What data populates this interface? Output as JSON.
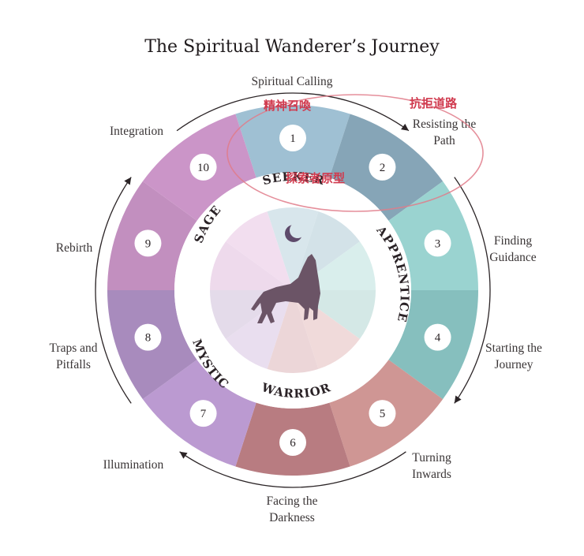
{
  "title": "The Spiritual Wanderer’s Journey",
  "stages": [
    {
      "num": "1",
      "label": [
        "Spiritual Calling"
      ],
      "color": "#9fc0d3",
      "inner": "#d8e6ec"
    },
    {
      "num": "2",
      "label": [
        "Resisting the",
        "Path"
      ],
      "color": "#86a5b7",
      "inner": "#d3e2e8"
    },
    {
      "num": "3",
      "label": [
        "Finding",
        "Guidance"
      ],
      "color": "#9ad3d0",
      "inner": "#d9eeec"
    },
    {
      "num": "4",
      "label": [
        "Starting the",
        "Journey"
      ],
      "color": "#86bfbe",
      "inner": "#d4e8e6"
    },
    {
      "num": "5",
      "label": [
        "Turning",
        "Inwards"
      ],
      "color": "#cf9694",
      "inner": "#f0dada"
    },
    {
      "num": "6",
      "label": [
        "Facing the",
        "Darkness"
      ],
      "color": "#b87c81",
      "inner": "#ecd6d8"
    },
    {
      "num": "7",
      "label": [
        "Illumination"
      ],
      "color": "#bb9ad1",
      "inner": "#e9deef"
    },
    {
      "num": "8",
      "label": [
        "Traps and",
        "Pitfalls"
      ],
      "color": "#a88bbd",
      "inner": "#e4dbea"
    },
    {
      "num": "9",
      "label": [
        "Rebirth"
      ],
      "color": "#c28fbf",
      "inner": "#eedaec"
    },
    {
      "num": "10",
      "label": [
        "Integration"
      ],
      "color": "#cb95c8",
      "inner": "#f2deef"
    }
  ],
  "archetypes": [
    "SEEKER",
    "APPRENTICE",
    "WARRIOR",
    "MYSTIC",
    "SAGE"
  ],
  "annotations": {
    "calling_zh": "精神召喚",
    "resisting_zh": "抗拒道路",
    "seeker_zh": "探索者原型",
    "color": "#d03a4e"
  },
  "icons": [
    "crescent-moon-icon",
    "howling-wolf-icon"
  ]
}
